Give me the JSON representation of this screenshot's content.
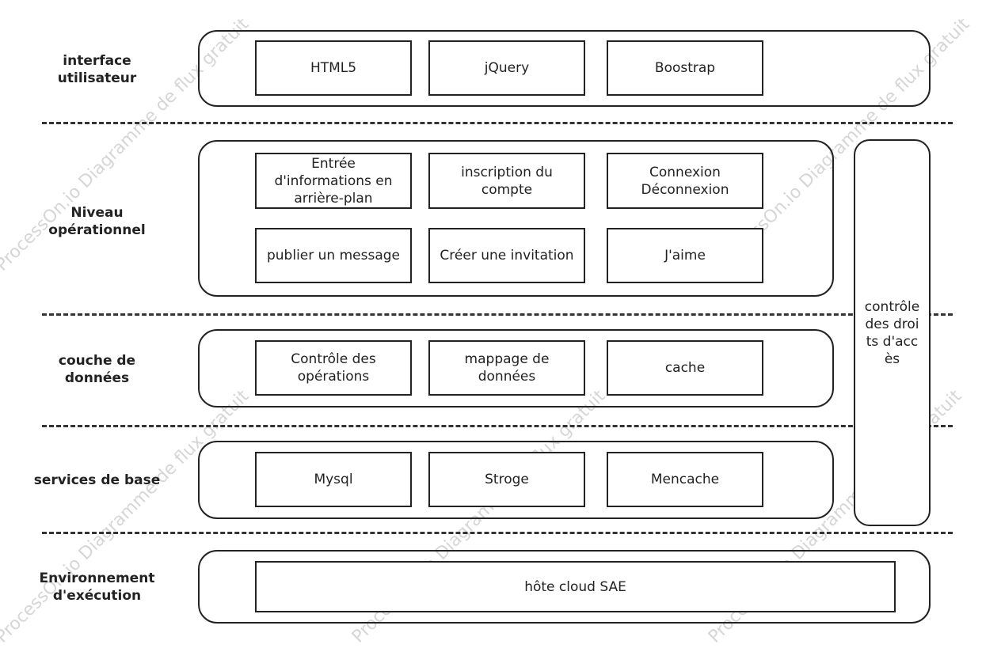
{
  "watermark": "ProcessOn.io Diagramme de flux gratuit",
  "layers": [
    {
      "label": "interface\nutilisateur",
      "items": [
        "HTML5",
        "jQuery",
        "Boostrap"
      ]
    },
    {
      "label": "Niveau\nopérationnel",
      "items": [
        "Entrée d'informations en arrière-plan",
        "inscription du compte",
        "Connexion Déconnexion",
        "publier un message",
        "Créer une invitation",
        "J'aime"
      ]
    },
    {
      "label": "couche de\ndonnées",
      "items": [
        "Contrôle des opérations",
        "mappage de données",
        "cache"
      ]
    },
    {
      "label": "services de base",
      "items": [
        "Mysql",
        "Stroge",
        "Mencache"
      ]
    },
    {
      "label": "Environnement\nd'exécution",
      "items": [
        "hôte cloud SAE"
      ]
    }
  ],
  "access_control": "contrôle des droits d'accès",
  "colors": {
    "stroke": "#222222",
    "divider": "#333333",
    "watermark": "#d6d6d6"
  }
}
